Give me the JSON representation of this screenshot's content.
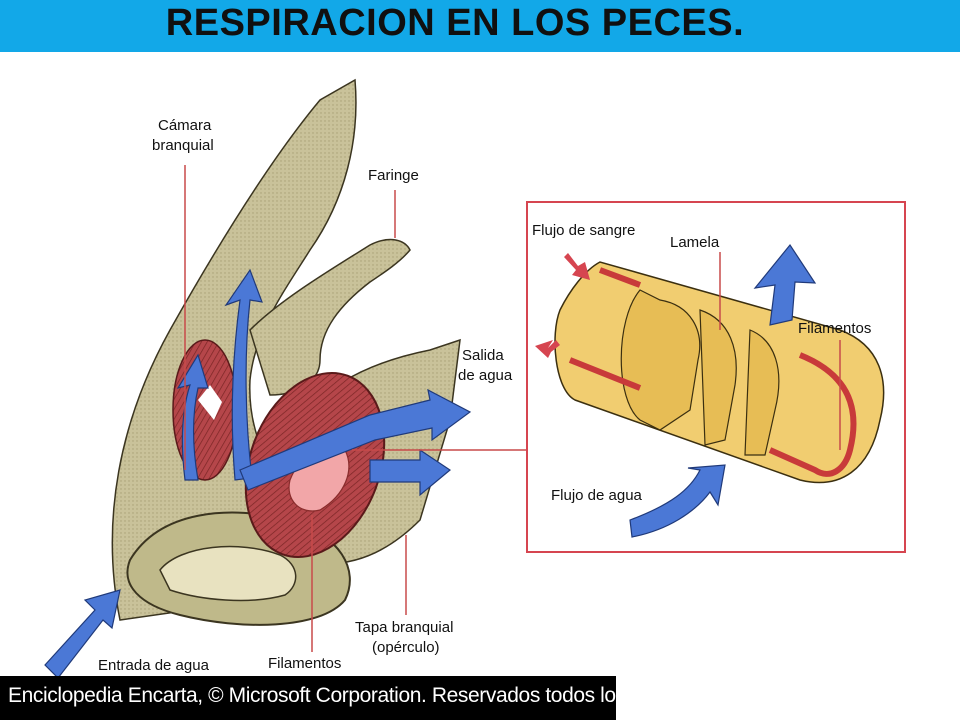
{
  "title": "RESPIRACION EN LOS PECES.",
  "labels": {
    "camara_line1": "Cámara",
    "camara_line2": "branquial",
    "faringe": "Faringe",
    "salida_line1": "Salida",
    "salida_line2": "de agua",
    "entrada": "Entrada de agua",
    "filamentos_main": "Filamentos",
    "tapa_line1": "Tapa branquial",
    "tapa_line2": "(opérculo)",
    "flujo_sangre": "Flujo de sangre",
    "lamela": "Lamela",
    "filamentos_inset": "Filamentos",
    "flujo_agua": "Flujo de agua"
  },
  "credit": "Enciclopedia Encarta, © Microsoft Corporation. Reservados todos los derechos.",
  "colors": {
    "title_bar": "#12a8e8",
    "tissue": "#c9c29a",
    "tissue_dark": "#a89f74",
    "gill_red": "#b2423f",
    "water_arrow": "#4b78d6",
    "inset_border": "#d64550",
    "lamella_yellow": "#f1cd70",
    "blood_red": "#c83a3a"
  }
}
